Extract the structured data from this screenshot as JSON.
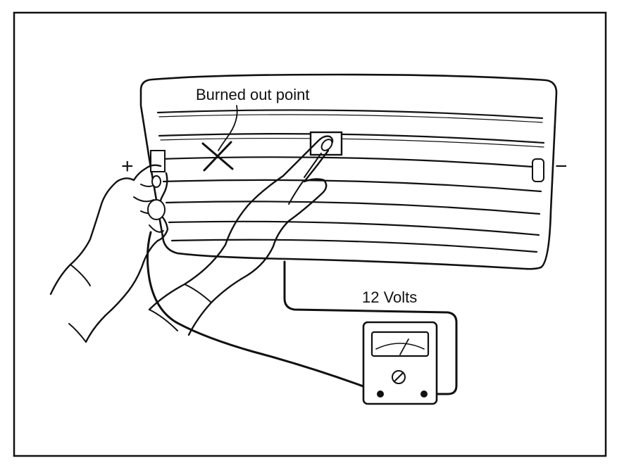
{
  "labels": {
    "burned_out_point": "Burned out point",
    "positive_terminal": "+",
    "negative_terminal": "−",
    "voltage": "12 Volts"
  },
  "colors": {
    "ink": "#111111",
    "background": "#ffffff"
  },
  "icons": {
    "burned_point_marker": "x-mark",
    "meter_adjust_knob": "slotted-screw",
    "meter_needle": "gauge-needle"
  }
}
